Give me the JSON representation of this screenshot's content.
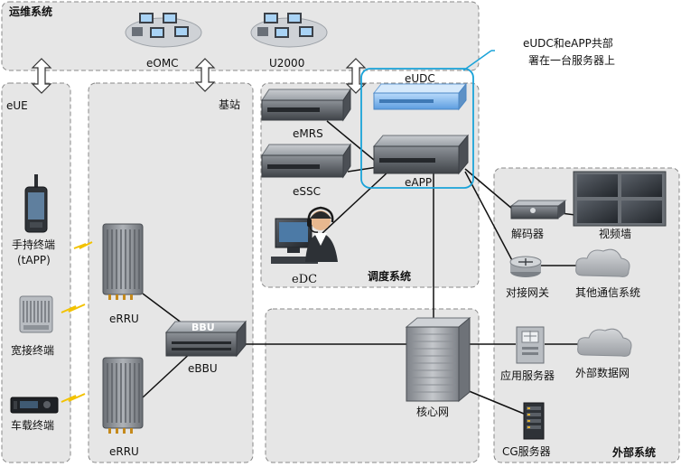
{
  "colors": {
    "zone_fill": "#e6e6e6",
    "zone_border": "#8a8a8a",
    "highlight_border": "#1aa3d9",
    "link": "#111111",
    "server_dark": "#555a60",
    "server_blue": "#7fb6ec",
    "lightning": "#f2c200"
  },
  "zones": {
    "oam": "运维系统",
    "eue": "eUE",
    "base_station": "基站",
    "dispatch": "调度系统",
    "external": "外部系统"
  },
  "nodes": {
    "eomc": "eOMC",
    "u2000": "U2000",
    "eudc": "eUDC",
    "emrs": "eMRS",
    "essc": "eSSC",
    "eapp": "eAPP",
    "edc": "eDC",
    "handheld_line1": "手持终端",
    "handheld_line2": "(tAPP)",
    "broadband": "宽接终端",
    "vehicle": "车载终端",
    "errru_top": "eRRU",
    "errru_bottom": "eRRU",
    "bbu_face": "BBU",
    "ebbu": "eBBU",
    "core": "核心网",
    "decoder": "解码器",
    "video_wall": "视频墙",
    "gateway": "对接网关",
    "other_comm": "其他通信系统",
    "app_server": "应用服务器",
    "ext_data": "外部数据网",
    "cg_server": "CG服务器"
  },
  "callout": {
    "line1": "eUDC和eAPP共部",
    "line2": "署在一台服务器上"
  }
}
